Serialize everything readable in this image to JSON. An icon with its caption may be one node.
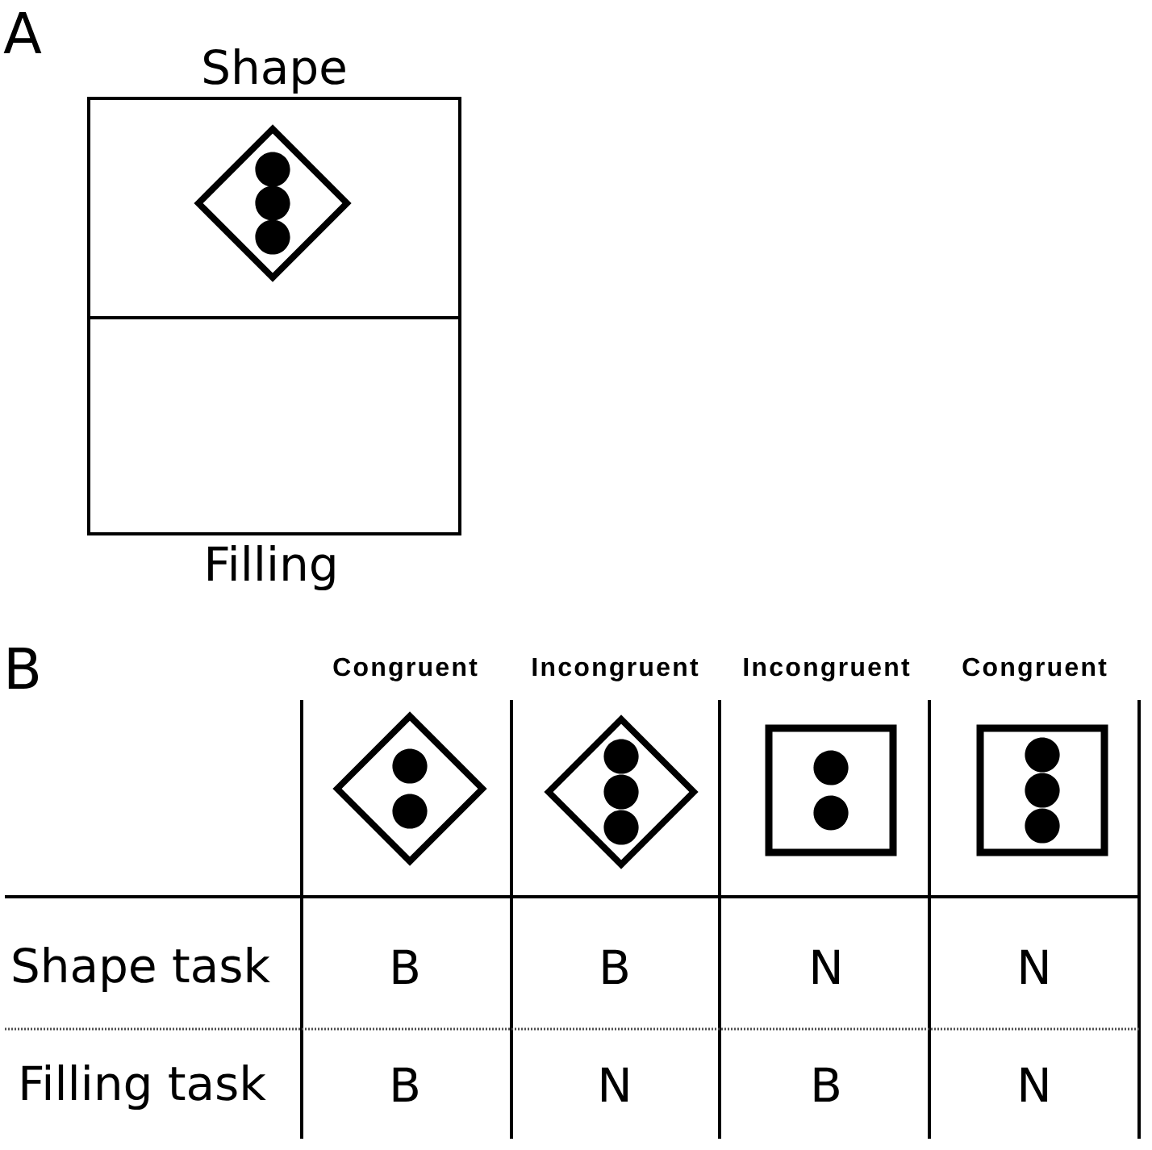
{
  "diagram": {
    "nodes": [
      {
        "text": [
          "Shape"
        ]
      },
      {
        "text": [
          "Filling"
        ]
      }
    ],
    "labels": [
      "A",
      "B",
      "Congruent",
      "Incongruent",
      "Incongruent",
      "Congruent",
      "Shape task",
      "B",
      "B",
      "N",
      "N",
      "Filling task",
      "B",
      "N",
      "B",
      "N"
    ]
  }
}
